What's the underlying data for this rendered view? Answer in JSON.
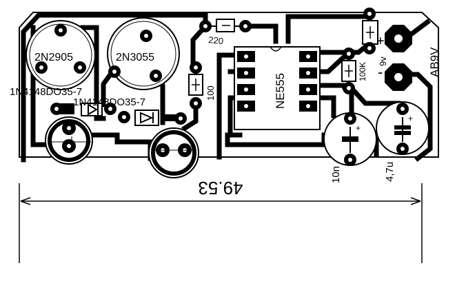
{
  "labels": {
    "q1": "2N2905",
    "q2": "2N3055",
    "d1": "1N4148DO35-7",
    "d2": "1N4148DO35-7",
    "ic": "NE555",
    "r1": "220",
    "r2": "100",
    "r3": "100K",
    "c1": "10n",
    "c2": "4,7u",
    "bat": "AB9V",
    "bat_v": "9v",
    "plus": "+",
    "minus": "-",
    "dimension": "49.53"
  }
}
